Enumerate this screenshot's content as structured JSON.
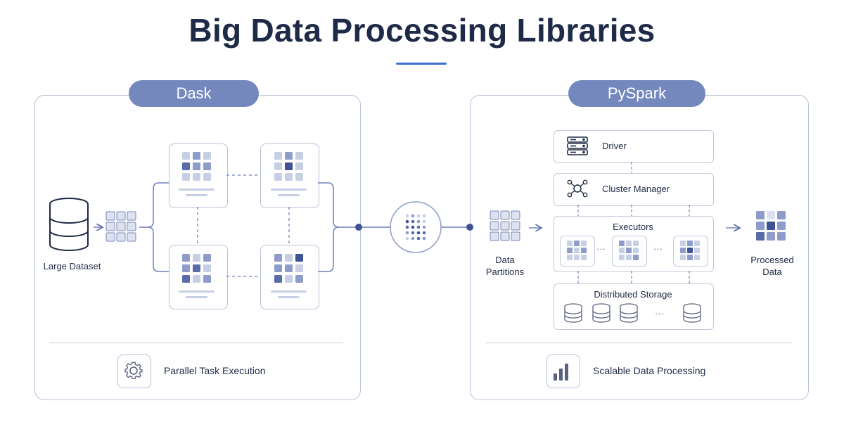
{
  "title": "Big Data Processing Libraries",
  "dask": {
    "header": "Dask",
    "dataset_label": "Large Dataset",
    "footer_label": "Parallel Task Execution"
  },
  "pyspark": {
    "header": "PySpark",
    "partitions_label_line1": "Data",
    "partitions_label_line2": "Partitions",
    "driver_label": "Driver",
    "cluster_manager_label": "Cluster Manager",
    "executors_label": "Executors",
    "storage_label": "Distributed Storage",
    "processed_label_line1": "Processed",
    "processed_label_line2": "Data",
    "footer_label": "Scalable Data Processing",
    "ellipsis": "···"
  },
  "colors": {
    "accent": "#3c6fd0",
    "pill": "#7488be",
    "cell_light": "#dce2ef",
    "cell_mid": "#8e9ccb",
    "cell_dark": "#5a6ca8",
    "line": "#6f81bd"
  },
  "icons": {
    "database": "database-icon",
    "grid": "grid-icon",
    "gear": "gear-icon",
    "server": "server-icon",
    "network": "network-icon",
    "bar_chart": "bar-chart-icon"
  }
}
